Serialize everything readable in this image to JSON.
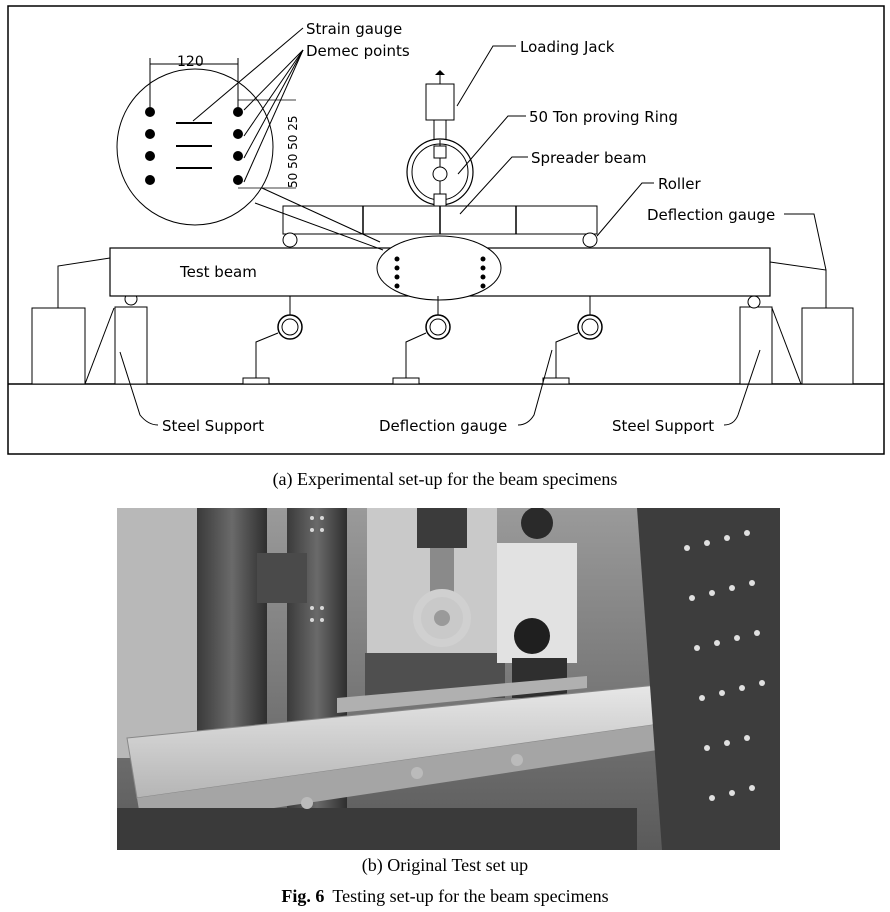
{
  "labels": {
    "strain_gauge": "Strain gauge",
    "demec_points": "Demec points",
    "loading_jack": "Loading Jack",
    "proving_ring": "50 Ton proving Ring",
    "spreader_beam": "Spreader beam",
    "roller": "Roller",
    "deflection_gauge_right": "Deflection gauge",
    "test_beam": "Test beam",
    "steel_support_left": "Steel Support",
    "deflection_gauge_bottom": "Deflection gauge",
    "steel_support_right": "Steel Support"
  },
  "dimensions": {
    "gauge_length": "120",
    "vertical_spacing": "50 50 50 25"
  },
  "captions": {
    "a": "(a) Experimental set-up for the beam specimens",
    "b": "(b) Original Test set up",
    "fig_number": "Fig. 6",
    "fig_text": "Testing set-up for the beam specimens"
  }
}
